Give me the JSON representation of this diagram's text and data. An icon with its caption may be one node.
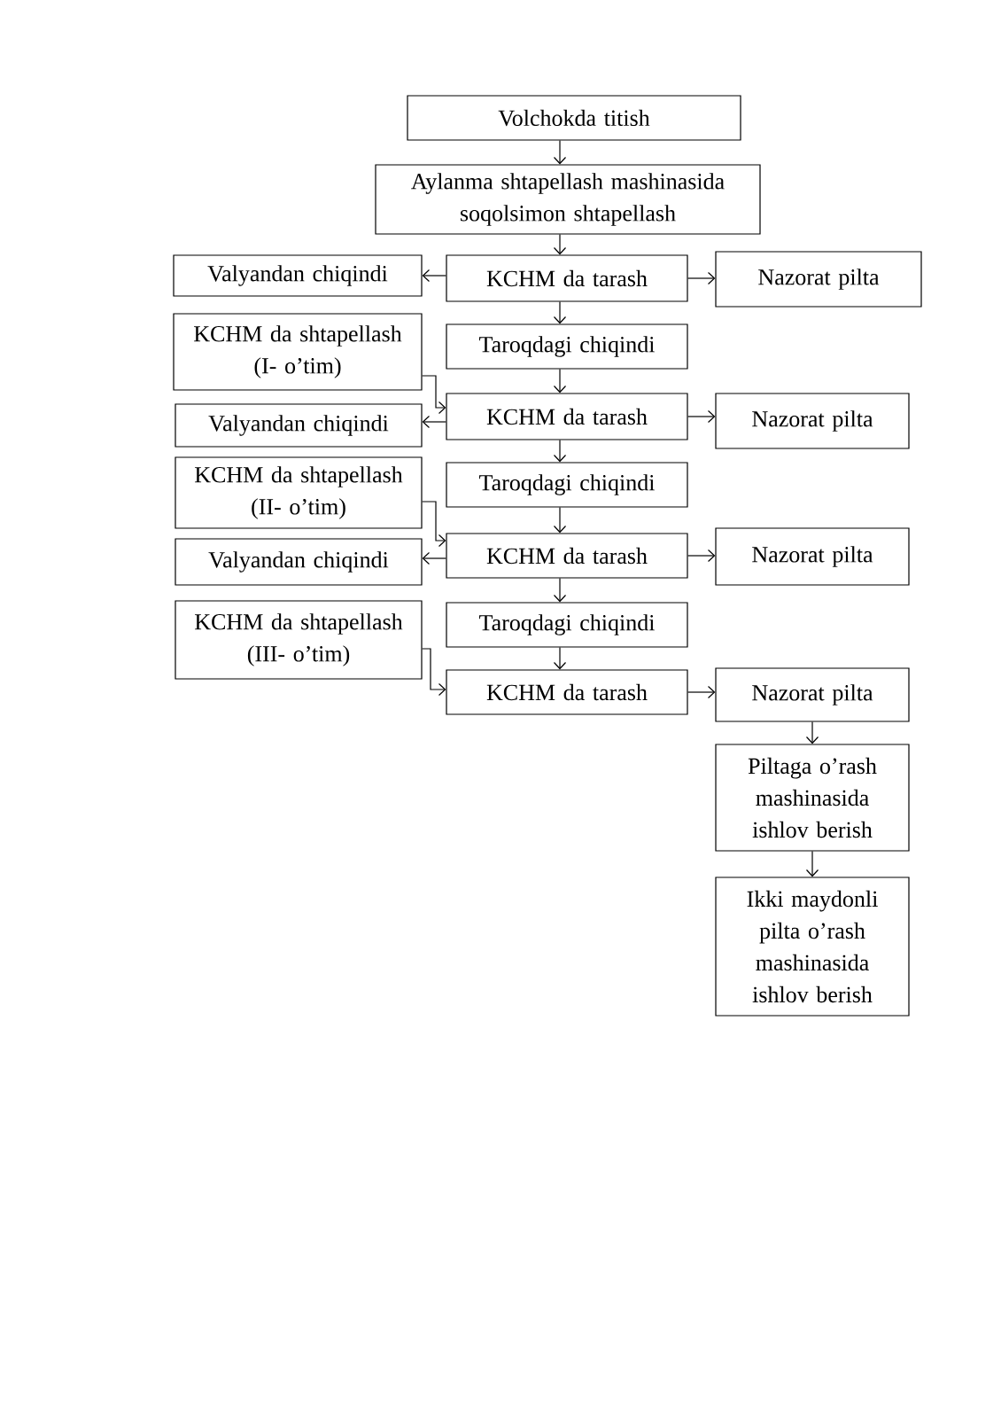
{
  "diagram": {
    "nodes": [
      {
        "text": [
          "Volchokda titish"
        ]
      },
      {
        "text": [
          "Aylanma shtapellash mashinasida soqolsimon shtapellash"
        ]
      },
      {
        "text": [
          "Valyandan chiqindi"
        ]
      },
      {
        "text": [
          "KCHM da tarash"
        ]
      },
      {
        "text": [
          "Nazorat pilta"
        ]
      },
      {
        "text": [
          "KCHM da shtapellash (I- o’tim)"
        ]
      },
      {
        "text": [
          "Taroqdagi chiqindi"
        ]
      },
      {
        "text": [
          "Valyandan chiqindi"
        ]
      },
      {
        "text": [
          "KCHM da tarash"
        ]
      },
      {
        "text": [
          "Nazorat pilta"
        ]
      },
      {
        "text": [
          "KCHM da shtapellash (II- o’tim)"
        ]
      },
      {
        "text": [
          "Taroqdagi chiqindi"
        ]
      },
      {
        "text": [
          "Valyandan chiqindi"
        ]
      },
      {
        "text": [
          "KCHM da tarash"
        ]
      },
      {
        "text": [
          "Nazorat pilta"
        ]
      },
      {
        "text": [
          "KCHM da shtapellash (III- o’tim)"
        ]
      },
      {
        "text": [
          "Taroqdagi chiqindi"
        ]
      },
      {
        "text": [
          "KCHM da tarash"
        ]
      },
      {
        "text": [
          "Nazorat pilta"
        ]
      },
      {
        "text": [
          "Piltaga o’rash mashinasida ishlov berish"
        ]
      },
      {
        "text": [
          "Ikki maydonli pilta o’rash mashinasida ishlov berish"
        ]
      }
    ],
    "edges": [
      {
        "from": 0,
        "to": 1,
        "arrow": "to"
      },
      {
        "from": 1,
        "to": 3,
        "arrow": "to"
      },
      {
        "from": 3,
        "to": 2,
        "arrow": "to"
      },
      {
        "from": 3,
        "to": 4,
        "arrow": "to"
      },
      {
        "from": 3,
        "to": 6,
        "arrow": "to"
      },
      {
        "from": 5,
        "to": 8,
        "arrow": "to"
      },
      {
        "from": 6,
        "to": 8,
        "arrow": "to"
      },
      {
        "from": 8,
        "to": 7,
        "arrow": "to"
      },
      {
        "from": 8,
        "to": 9,
        "arrow": "to"
      },
      {
        "from": 8,
        "to": 11,
        "arrow": "to"
      },
      {
        "from": 10,
        "to": 13,
        "arrow": "to"
      },
      {
        "from": 11,
        "to": 13,
        "arrow": "to"
      },
      {
        "from": 13,
        "to": 12,
        "arrow": "to"
      },
      {
        "from": 13,
        "to": 14,
        "arrow": "to"
      },
      {
        "from": 13,
        "to": 16,
        "arrow": "to"
      },
      {
        "from": 15,
        "to": 17,
        "arrow": "to"
      },
      {
        "from": 16,
        "to": 17,
        "arrow": "to"
      },
      {
        "from": 17,
        "to": 18,
        "arrow": "to"
      },
      {
        "from": 18,
        "to": 19,
        "arrow": "to"
      },
      {
        "from": 19,
        "to": 20,
        "arrow": "to"
      }
    ]
  }
}
